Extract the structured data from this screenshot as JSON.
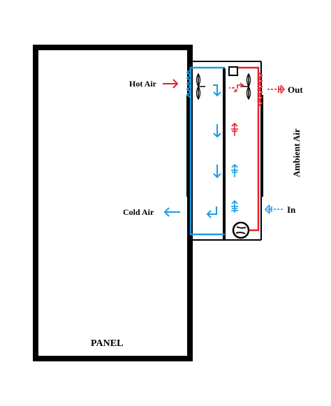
{
  "labels": {
    "hot_air": "Hot Air",
    "cold_air": "Cold Air",
    "out": "Out",
    "in": "In",
    "ambient_air": "Ambient Air",
    "panel": "PANEL"
  },
  "colors": {
    "panel_outline": "#000000",
    "hot_air": "#e8202a",
    "cold_air": "#1a9be0",
    "background": "#ffffff"
  },
  "icons": {
    "fan": "fan-icon",
    "compressor": "compressor-icon",
    "expansion_valve": "expansion-valve-icon"
  }
}
